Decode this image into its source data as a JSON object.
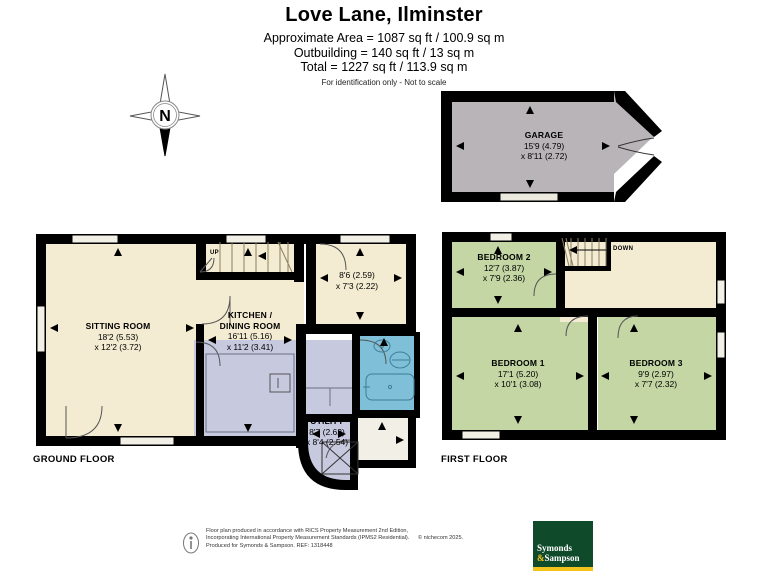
{
  "header": {
    "title": "Love Lane, Ilminster",
    "area_line1": "Approximate Area = 1087 sq ft / 100.9 sq m",
    "area_line2": "Outbuilding = 140 sq ft / 13 sq m",
    "area_line3": "Total = 1227 sq ft / 113.9 sq m",
    "disclaimer": "For identification only - Not to scale"
  },
  "compass": {
    "label": "N"
  },
  "floors": {
    "ground_label": "GROUND FLOOR",
    "first_label": "FIRST FLOOR"
  },
  "garage": {
    "name": "GARAGE",
    "dim1": "15'9 (4.79)",
    "dim2": "x 8'11 (2.72)"
  },
  "ground_rooms": [
    {
      "name": "SITTING ROOM",
      "dim1": "18'2 (5.53)",
      "dim2": "x 12'2 (3.72)"
    },
    {
      "name": "KITCHEN /",
      "name2": "DINING ROOM",
      "dim1": "16'11 (5.16)",
      "dim2": "x 11'2 (3.41)"
    },
    {
      "name": "",
      "dim1": "8'6 (2.59)",
      "dim2": "x 7'3 (2.22)"
    },
    {
      "name": "UTILITY",
      "dim1": "8'7 (2.62)",
      "dim2": "x 8'4 (2.54)"
    }
  ],
  "first_rooms": [
    {
      "name": "BEDROOM 2",
      "dim1": "12'7 (3.87)",
      "dim2": "x 7'9 (2.36)"
    },
    {
      "name": "BEDROOM 1",
      "dim1": "17'1 (5.20)",
      "dim2": "x 10'1 (3.08)"
    },
    {
      "name": "BEDROOM 3",
      "dim1": "9'9 (2.97)",
      "dim2": "x 7'7 (2.32)"
    }
  ],
  "stairs": {
    "up": "UP",
    "down": "DOWN"
  },
  "footer": {
    "line1": "Floor plan produced in accordance with RICS Property Measurement 2nd Edition,",
    "line2": "Incorporating International Property Measurement Standards (IPMS2 Residential).",
    "line3": "Produced for Symonds & Sampson.   REF: 1318448",
    "copyright": "© nichecom 2025.",
    "logo_line1": "Symonds",
    "logo_amp": "&",
    "logo_line2": "Sampson"
  },
  "colors": {
    "cream": "#f4ecd2",
    "green": "#c3d6a4",
    "lavender": "#c7c9de",
    "bathroom_blue": "#7fc0d8",
    "garage_grey": "#b8b4b8",
    "wall": "#000000",
    "logo_green": "#0f4a2a",
    "logo_yellow": "#f2c41b"
  }
}
